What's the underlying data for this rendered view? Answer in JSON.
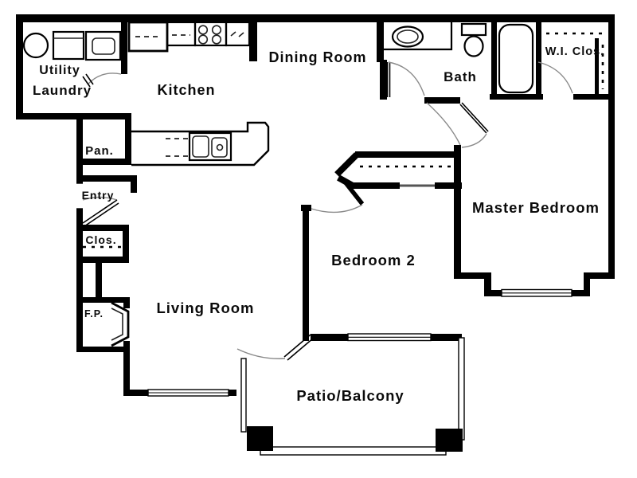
{
  "figure_type": "apartment-floor-plan",
  "colors": {
    "wall": "#000000",
    "background": "#ffffff"
  },
  "rooms": {
    "utility": "Utility",
    "laundry": "Laundry",
    "kitchen": "Kitchen",
    "dining": "Dining Room",
    "bath": "Bath",
    "wi_closet": "W.I. Clos.",
    "pantry": "Pan.",
    "entry": "Entry",
    "closet": "Clos.",
    "fireplace": "F.P.",
    "living": "Living Room",
    "bedroom2": "Bedroom 2",
    "master": "Master Bedroom",
    "patio": "Patio/Balcony"
  },
  "fixtures": [
    "water-heater",
    "washer",
    "dryer",
    "refrigerator",
    "range-burners",
    "kitchen-counter-dashes",
    "peninsula-counter",
    "dishwasher-dashes",
    "double-kitchen-sink",
    "bath-vanity",
    "vanity-sink",
    "toilet",
    "bathtub",
    "walk-in-closet-rod",
    "entry-closet-rod",
    "bedroom2-closet-rod",
    "fireplace-firebox",
    "living-room-window",
    "bedroom2-window",
    "master-bedroom-window",
    "patio-railing",
    "patio-posts"
  ]
}
